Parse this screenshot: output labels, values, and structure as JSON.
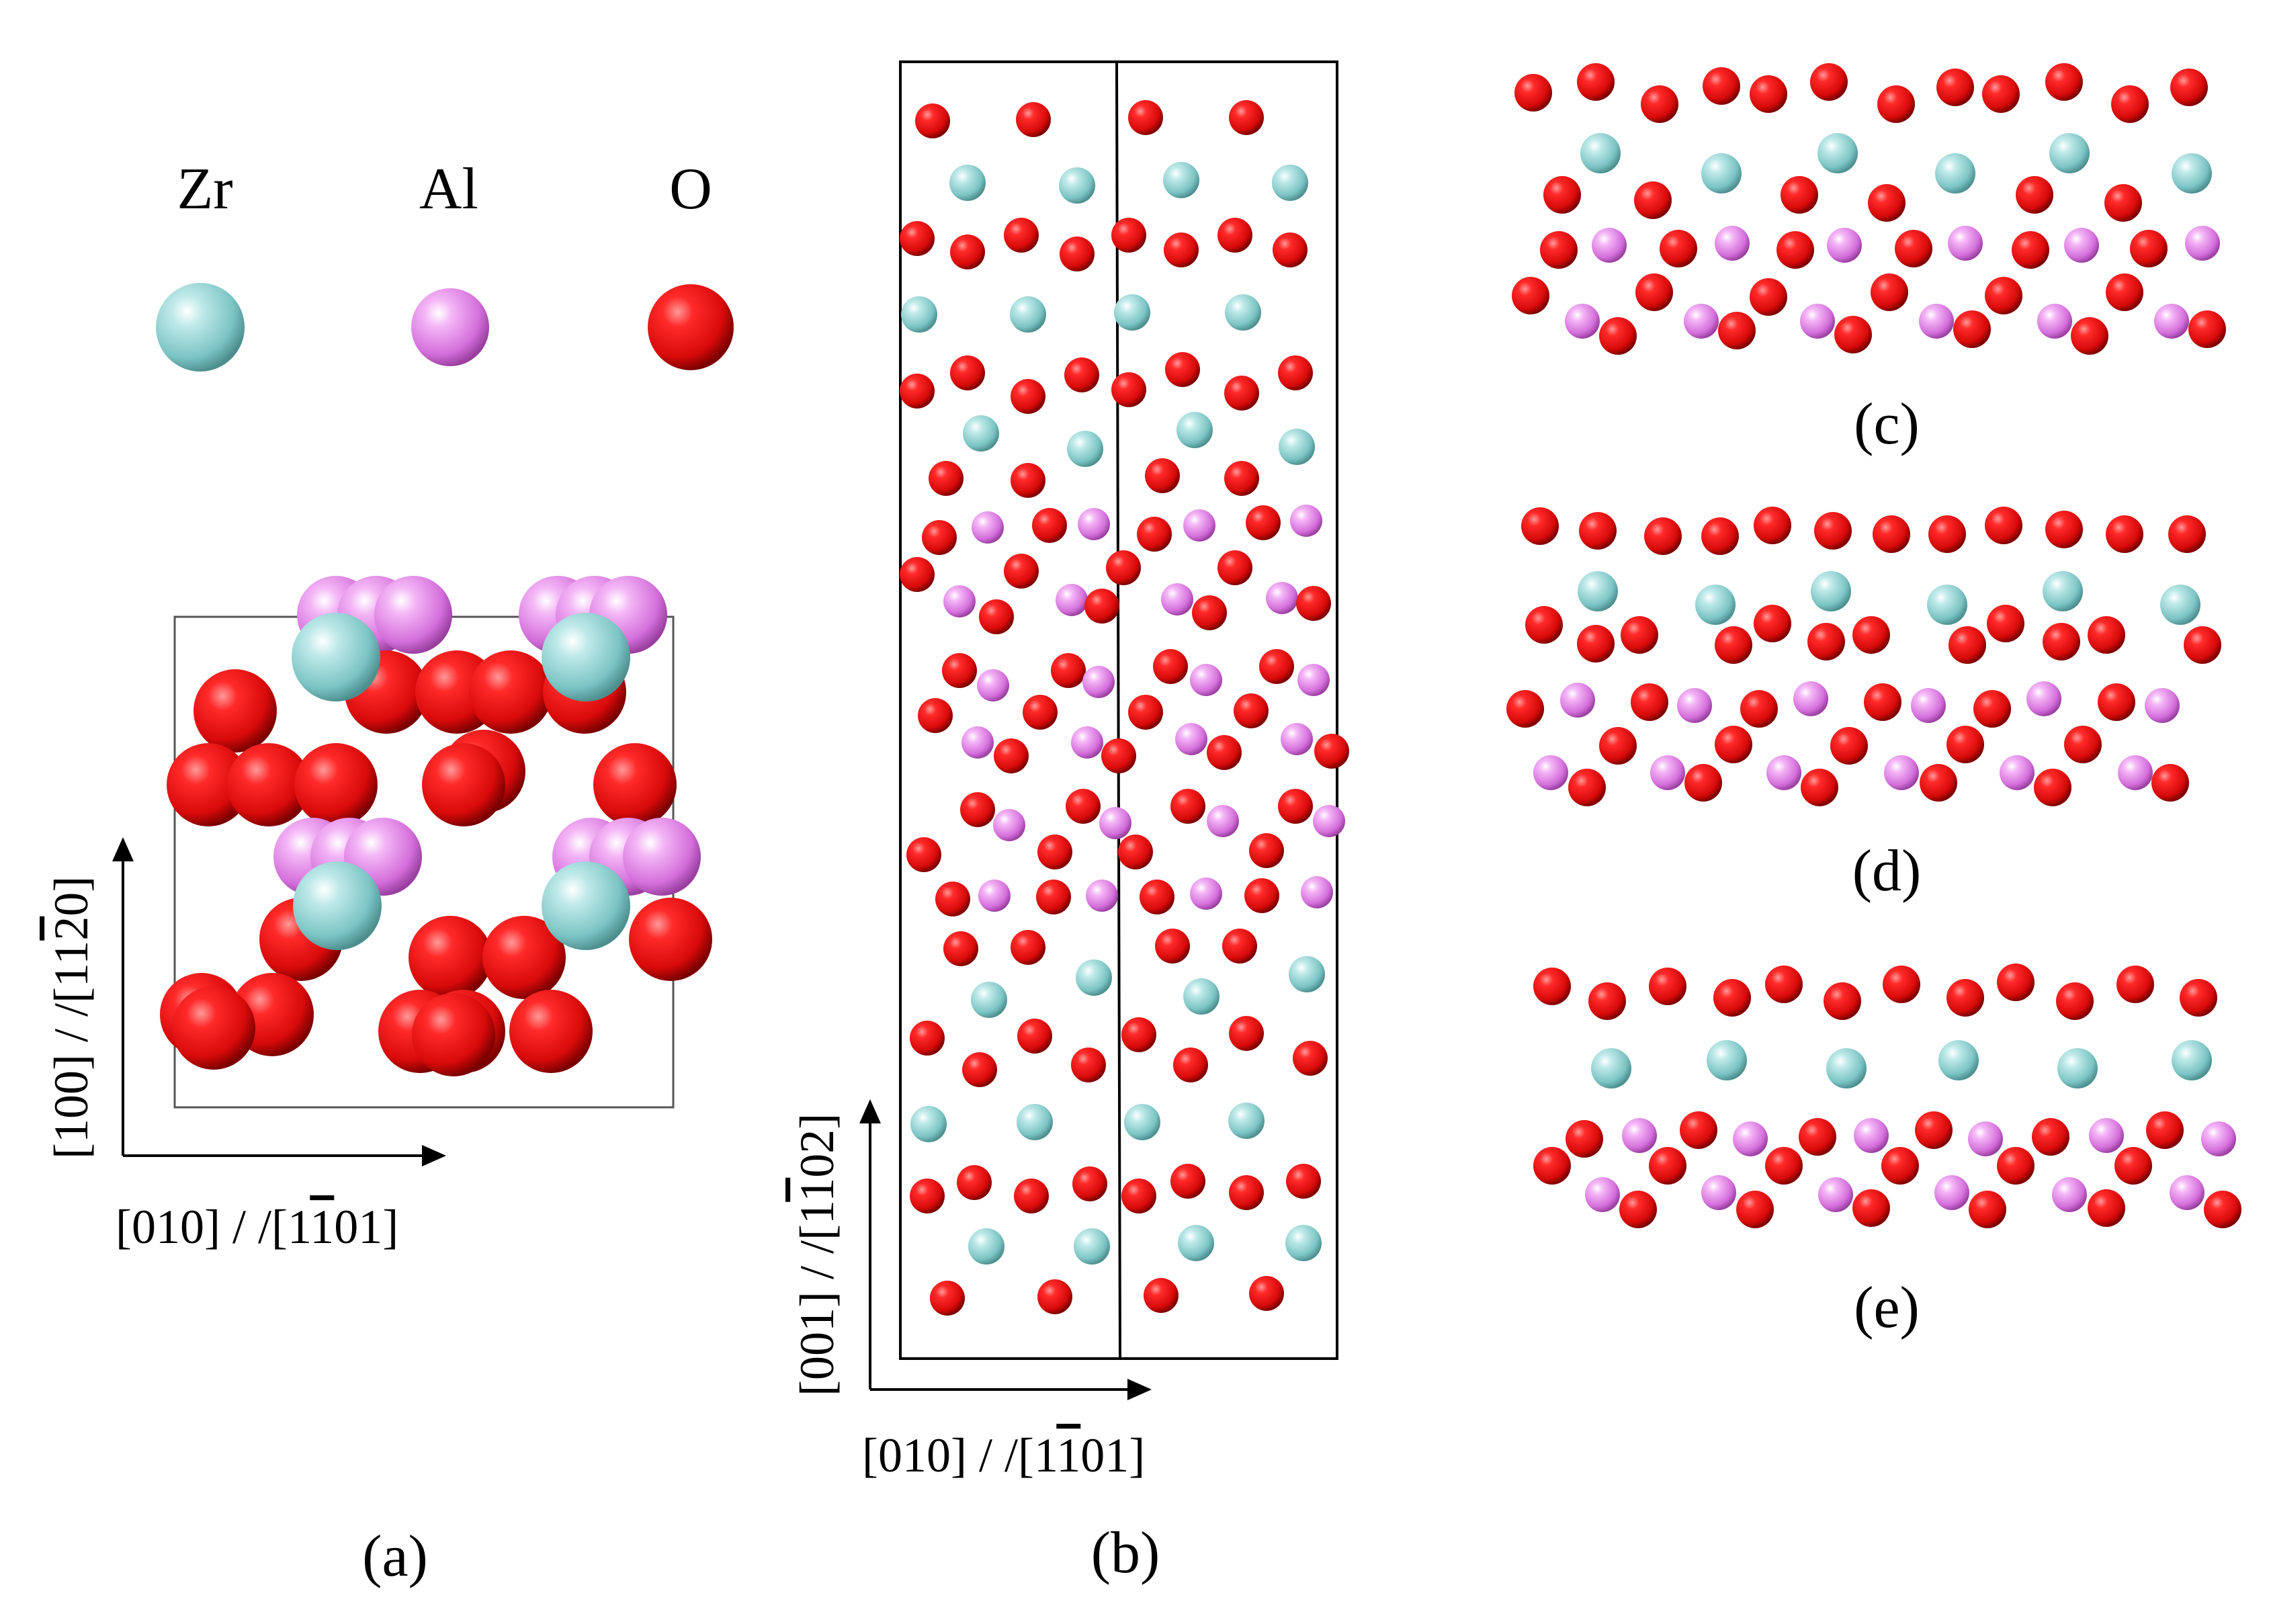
{
  "legend": [
    {
      "symbol": "Zr",
      "name": "Zr",
      "color": "#8fd3d3"
    },
    {
      "symbol": "Al",
      "name": "Al",
      "color": "#e08ae6"
    },
    {
      "symbol": "O",
      "name": "O",
      "color": "#e01414"
    }
  ],
  "colors": {
    "Zr": "#8fd3d3",
    "Al": "#e08ae6",
    "O": "#e01414"
  },
  "panels": {
    "a": {
      "caption": "(a)",
      "axis_x": "[010] / /[1",
      "axis_x_bar": "1",
      "axis_x_rest": "01]",
      "axis_y": "[100] / /[11",
      "axis_y_bar": "2",
      "axis_y_rest": "0]"
    },
    "b": {
      "caption": "(b)",
      "axis_x": "[010] / /[1",
      "axis_x_bar": "1",
      "axis_x_rest": "01]",
      "axis_y": "[001] / /[1",
      "axis_y_bar": "1",
      "axis_y_rest": "02]"
    },
    "c": {
      "caption": "(c)"
    },
    "d": {
      "caption": "(d)"
    },
    "e": {
      "caption": "(e)"
    }
  }
}
